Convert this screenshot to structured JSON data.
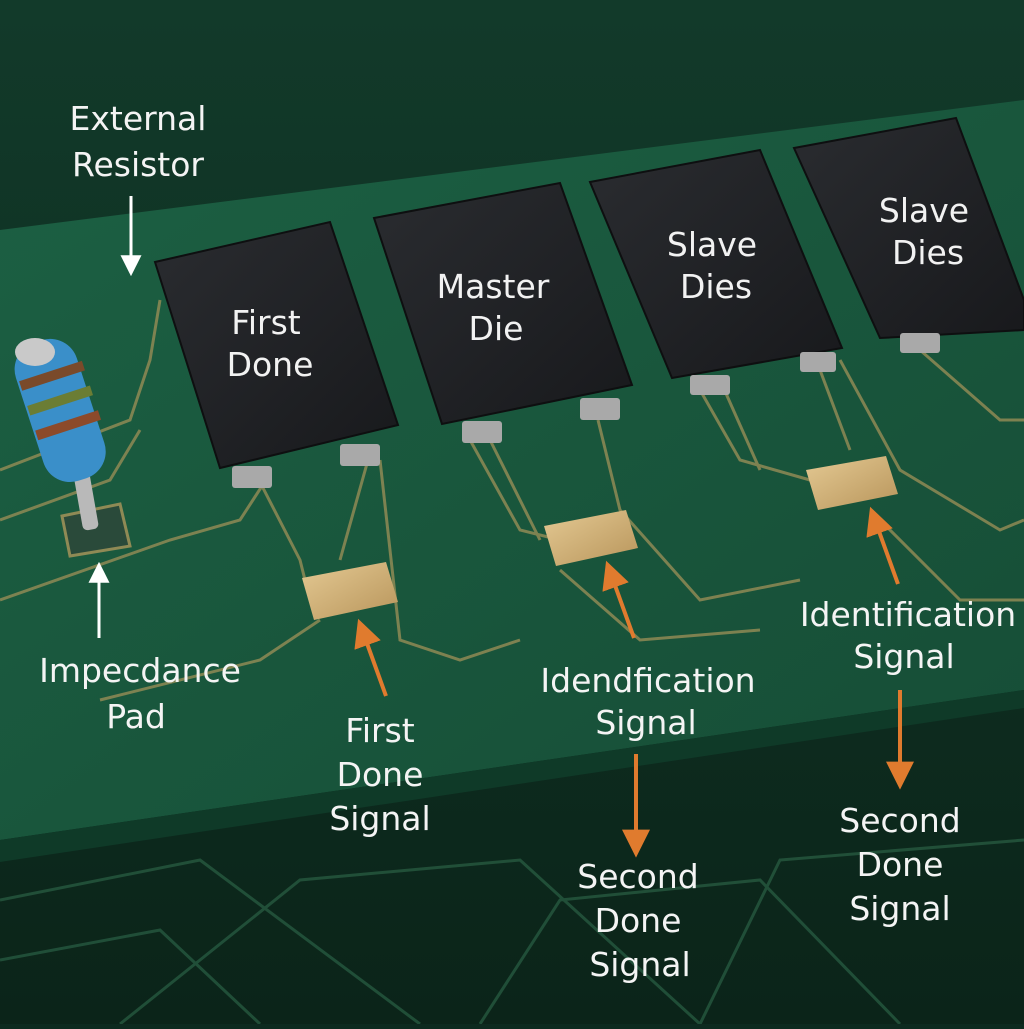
{
  "colors": {
    "board": "#1a5a3e",
    "board_dark": "#0f3a28",
    "background": "#0d2a1f",
    "trace": "#8f8a55",
    "chip": "#1f2124",
    "pad_gold": "#d6b67c",
    "arrow_orange": "#e07b2e",
    "arrow_white": "#ffffff",
    "label_white": "#f4f4f4"
  },
  "chips": {
    "first_done": [
      "First",
      "Done"
    ],
    "master": [
      "Master",
      "Die"
    ],
    "slave_1": [
      "Slave",
      "Dies"
    ],
    "slave_2": [
      "Slave",
      "Dies"
    ]
  },
  "callouts": {
    "external_resistor": [
      "External",
      "Resistor"
    ],
    "impedance_pad": [
      "Impecdance",
      "Pad"
    ],
    "first_done_signal": [
      "First",
      "Done",
      "Signal"
    ],
    "identification_signal_1": [
      "Idendfication",
      "Signal"
    ],
    "identification_signal_2": [
      "Identification",
      "Signal"
    ],
    "second_done_signal_1": [
      "Second",
      "Done",
      "Signal"
    ],
    "second_done_signal_2": [
      "Second",
      "Done",
      "Signal"
    ]
  },
  "icons": [
    "resistor-icon",
    "arrow-icon"
  ]
}
